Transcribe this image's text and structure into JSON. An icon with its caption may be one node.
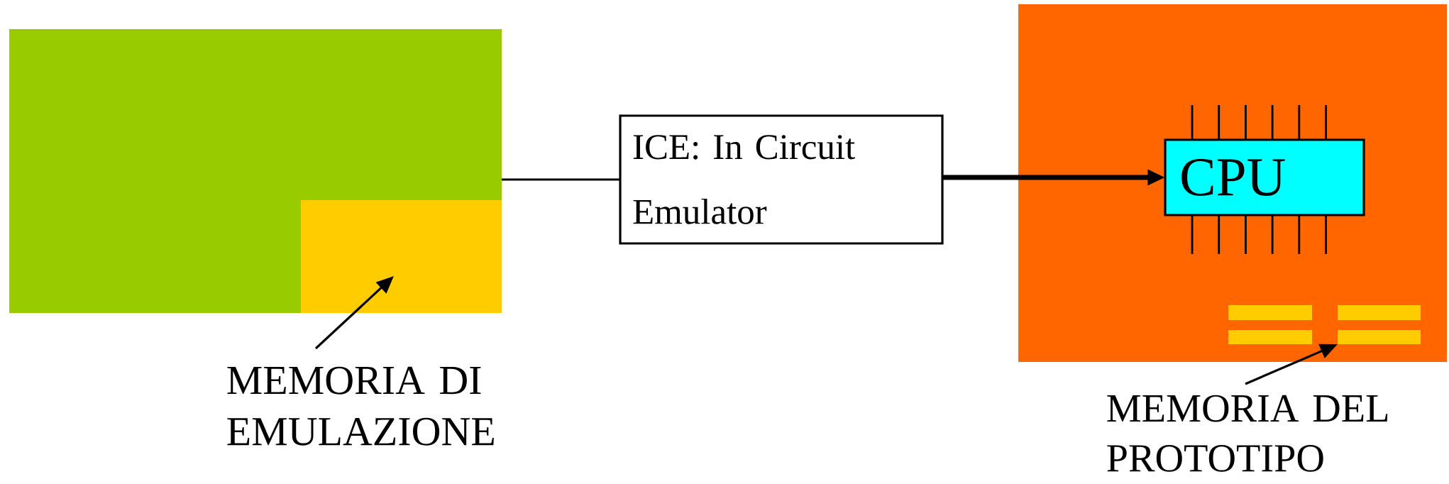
{
  "diagram": {
    "nodes": [
      {
        "text": [],
        "shape": "box"
      },
      {
        "text": [],
        "shape": "box",
        "in": 0
      },
      {
        "text": [
          "ICE: In Circuit Emulator"
        ]
      },
      {
        "text": [],
        "shape": "box"
      },
      {
        "text": [
          "CPU"
        ],
        "in": 3
      },
      {
        "text": [],
        "shape": "bar",
        "in": 3
      },
      {
        "text": [],
        "shape": "bar",
        "in": 3
      },
      {
        "text": [],
        "shape": "bar",
        "in": 3
      },
      {
        "text": [],
        "shape": "bar",
        "in": 3
      },
      {
        "text": [
          "MEMORIA DI EMULAZIONE"
        ]
      },
      {
        "text": [
          "MEMORIA DEL PROTOTIPO"
        ]
      }
    ],
    "edges": [
      {
        "from": 0,
        "to": 2,
        "arrow": "none"
      },
      {
        "from": 2,
        "to": 4,
        "arrow": "to",
        "style": "thick"
      },
      {
        "from": 9,
        "to": 1,
        "arrow": "to"
      },
      {
        "from": 10,
        "to": 8,
        "arrow": "to"
      }
    ]
  }
}
